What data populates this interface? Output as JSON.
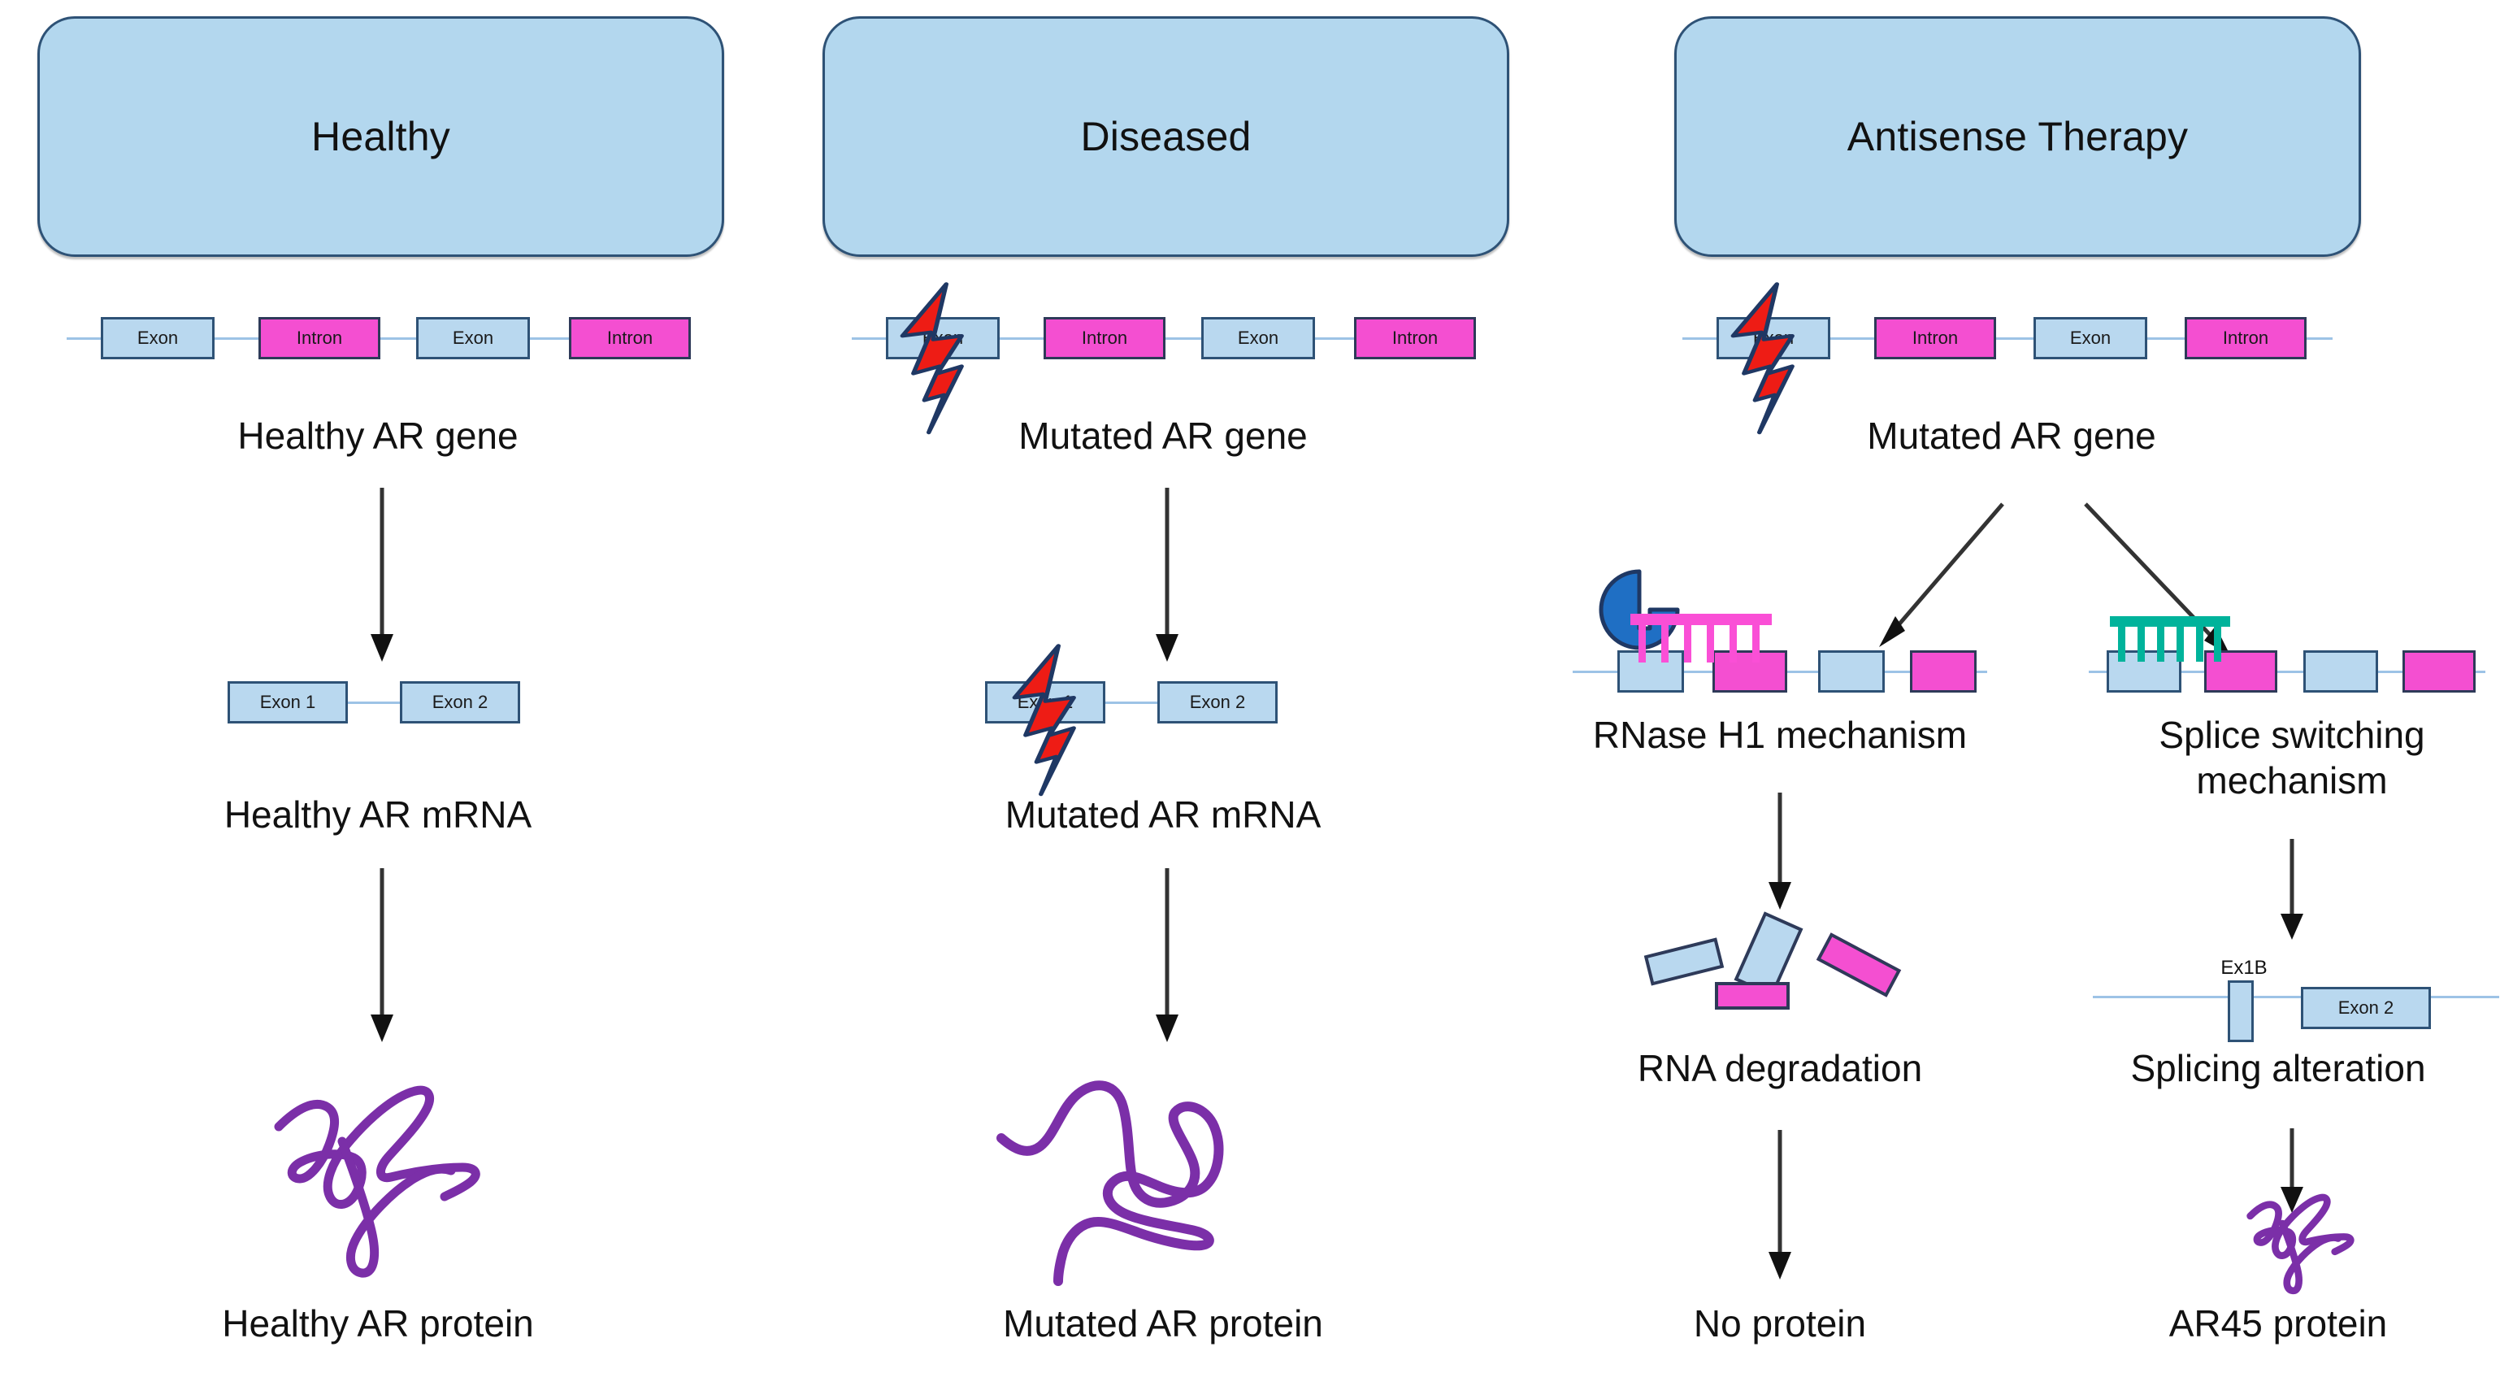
{
  "figure": {
    "title_columns": [
      "Healthy",
      "Diseased",
      "Antisense Therapy"
    ]
  },
  "colors": {
    "panel_fill": "#b3d7ee",
    "panel_stroke": "#2e5276",
    "exon_fill": "#b9d8ef",
    "intron_fill": "#f44fd1",
    "box_stroke": "#2e5276",
    "track_line": "#9dc3e6",
    "lightning_fill": "#ee1c15",
    "lightning_stroke": "#1f3864",
    "rnase_enzyme": "#1f6fc4",
    "gapmer_pink": "#fa4fd6",
    "ssr_teal": "#00b39b",
    "protein_purple": "#7b2fa8",
    "arrow_black": "#333333"
  },
  "columns": [
    {
      "id": "healthy",
      "header": "Healthy",
      "gene": {
        "caption": "Healthy AR gene",
        "mutated": false,
        "features": [
          {
            "type": "exon",
            "label": "Exon"
          },
          {
            "type": "intron",
            "label": "Intron"
          },
          {
            "type": "exon",
            "label": "Exon"
          },
          {
            "type": "intron",
            "label": "Intron"
          }
        ]
      },
      "mrna": {
        "caption": "Healthy AR mRNA",
        "mutated": false,
        "features": [
          {
            "type": "exon",
            "label": "Exon 1"
          },
          {
            "type": "exon",
            "label": "Exon 2"
          }
        ]
      },
      "protein": {
        "caption": "Healthy AR protein",
        "style": "tangled"
      }
    },
    {
      "id": "diseased",
      "header": "Diseased",
      "gene": {
        "caption": "Mutated AR gene",
        "mutated": true,
        "features": [
          {
            "type": "exon",
            "label": "Exon"
          },
          {
            "type": "intron",
            "label": "Intron"
          },
          {
            "type": "exon",
            "label": "Exon"
          },
          {
            "type": "intron",
            "label": "Intron"
          }
        ]
      },
      "mrna": {
        "caption": "Mutated AR mRNA",
        "mutated": true,
        "features": [
          {
            "type": "exon",
            "label": "Exon 1"
          },
          {
            "type": "exon",
            "label": "Exon 2"
          }
        ]
      },
      "protein": {
        "caption": "Mutated AR protein",
        "style": "loose"
      }
    },
    {
      "id": "antisense",
      "header": "Antisense Therapy",
      "gene": {
        "caption": "Mutated AR gene",
        "mutated": true,
        "features": [
          {
            "type": "exon",
            "label": "Exon"
          },
          {
            "type": "intron",
            "label": "Intron"
          },
          {
            "type": "exon",
            "label": "Exon"
          },
          {
            "type": "intron",
            "label": "Intron"
          }
        ]
      },
      "branches": [
        {
          "id": "rnase",
          "caption": "RNase H1 mechanism",
          "oligo_color": "gapmer_pink",
          "has_enzyme": true,
          "outcome_caption": "RNA degradation",
          "final_caption": "No protein"
        },
        {
          "id": "splice",
          "caption": "Splice switching mechanism",
          "oligo_color": "ssr_teal",
          "has_enzyme": false,
          "outcome_caption": "Splicing alteration",
          "outcome_features": [
            {
              "type": "exon",
              "label": "Ex1B",
              "label_above": true
            },
            {
              "type": "exon",
              "label": "Exon 2"
            }
          ],
          "final_caption": "AR45 protein"
        }
      ]
    }
  ],
  "labels": {
    "healthy_gene": "Healthy AR gene",
    "healthy_mrna": "Healthy AR mRNA",
    "healthy_protein": "Healthy AR protein",
    "mutated_gene_mid": "Mutated AR gene",
    "mutated_mrna": "Mutated AR mRNA",
    "mutated_protein": "Mutated AR protein",
    "mutated_gene_right": "Mutated AR gene",
    "rnase_mechanism": "RNase H1 mechanism",
    "splice_mechanism_line1": "Splice switching",
    "splice_mechanism_line2": "mechanism",
    "rna_degradation": "RNA degradation",
    "splicing_alteration": "Splicing alteration",
    "no_protein": "No protein",
    "ar45_protein": "AR45 protein",
    "exon": "Exon",
    "intron": "Intron",
    "exon1": "Exon 1",
    "exon2": "Exon 2",
    "ex1b": "Ex1B"
  }
}
